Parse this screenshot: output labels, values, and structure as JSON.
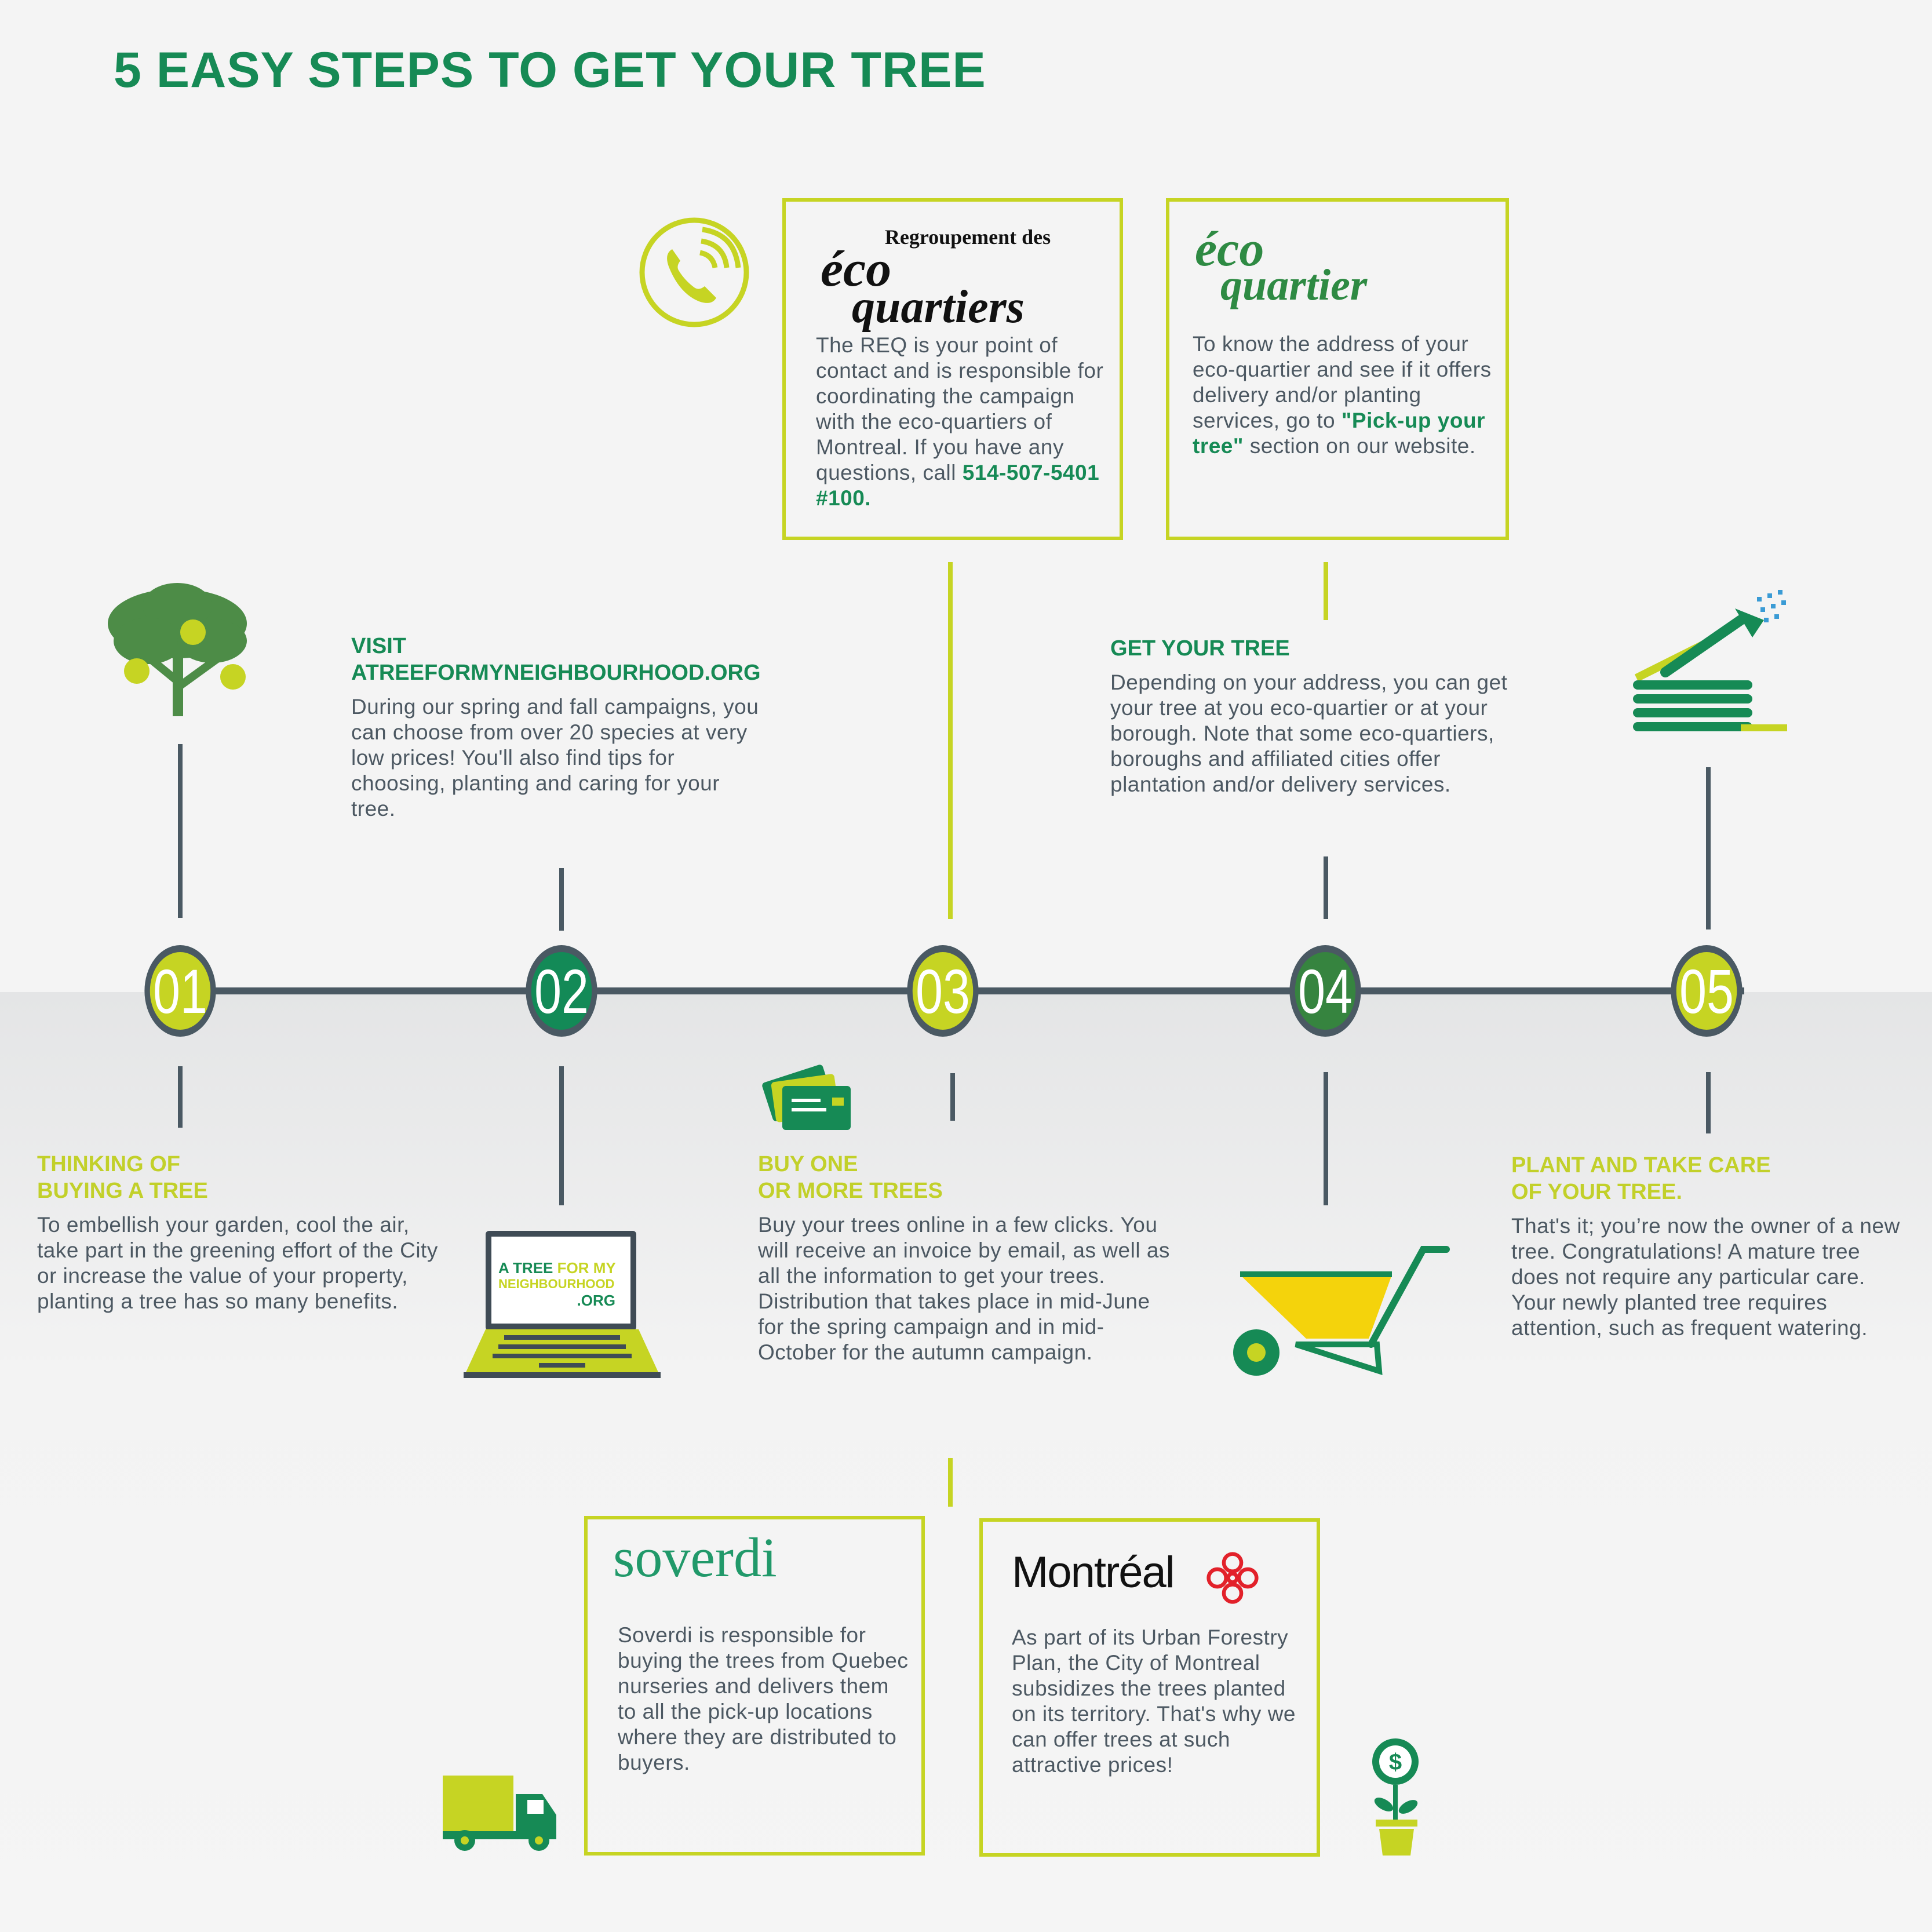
{
  "title": "5 EASY STEPS TO GET YOUR TREE",
  "colors": {
    "lime": "#c6d423",
    "green": "#168a55",
    "dark_line": "#4a5963",
    "text": "#4c5862"
  },
  "steps": [
    {
      "number": "01",
      "heading_line1": "THINKING OF",
      "heading_line2": "BUYING A TREE",
      "body": "To embellish your garden, cool the air, take part in the greening effort of the City or increase the value of your property, planting a tree has so many benefits.",
      "icon": "apple-tree-icon"
    },
    {
      "number": "02",
      "heading_line1": "VISIT",
      "heading_line2": "ATREEFORMYNEIGHBOURHOOD.ORG",
      "body": "During our spring and fall campaigns, you can choose from over 20 species at very low prices! You'll also find tips for choosing, planting and caring for your tree.",
      "icon": "laptop-icon",
      "laptop_text": {
        "line1a": "A TREE",
        "line1b": "FOR MY",
        "line2": "NEIGHBOURHOOD",
        "line3": ".ORG"
      }
    },
    {
      "number": "03",
      "heading_line1": "BUY ONE",
      "heading_line2": "OR MORE TREES",
      "body": "Buy your trees online in a few clicks. You will receive an invoice by email, as well as all the information to get your trees. Distribution that takes place in mid-June for the spring campaign and in mid-October for the autumn campaign.",
      "icon": "credit-cards-icon"
    },
    {
      "number": "04",
      "heading_line1": "GET YOUR TREE",
      "heading_line2": "",
      "body": "Depending on your address, you can get your tree at you eco-quartier or at your borough. Note that some eco-quartiers, boroughs and affiliated cities  offer plantation and/or delivery services.",
      "icon": "wheelbarrow-icon"
    },
    {
      "number": "05",
      "heading_line1": "PLANT AND TAKE CARE",
      "heading_line2": "OF YOUR TREE.",
      "body": "That's it; you’re now the owner of a new tree. Congratulations! A mature tree does not require any particular care. Your newly planted tree requires attention, such as frequent watering.",
      "icon": "garden-hose-icon"
    }
  ],
  "partners": {
    "req": {
      "logo_top": "Regroupement des",
      "logo_eco": "éco",
      "logo_quartiers": "quartiers",
      "body": "The REQ is your point of contact and is responsible for coordinating the campaign with the eco-quartiers of Montreal. If you have any questions, call",
      "phone": "514-507-5401 #100."
    },
    "ecoquartier": {
      "logo_eco": "éco",
      "logo_quartier": "quartier",
      "body_before": "To know the address of your eco-quartier and see if it offers delivery and/or planting services, go to",
      "link": "\"Pick-up your tree\"",
      "body_after": "section on our website."
    },
    "soverdi": {
      "logo": "soverdi",
      "body": "Soverdi is responsible for buying the trees from Quebec nurseries and delivers them to all the pick-up locations where they are distributed to buyers."
    },
    "montreal": {
      "logo": "Montréal",
      "body": "As part of its Urban Forestry Plan, the City of Montreal subsidizes the trees planted on its territory. That's why we can offer trees at such attractive prices!"
    }
  },
  "icons": [
    "phone-icon",
    "truck-icon",
    "money-plant-icon",
    "montreal-flower-icon"
  ]
}
